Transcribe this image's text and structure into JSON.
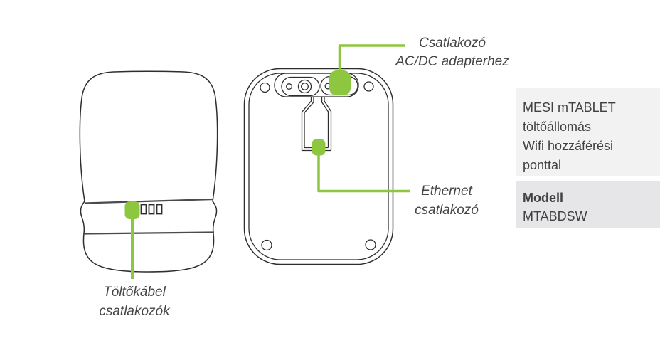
{
  "product": {
    "name_lines": [
      "MESI mTABLET",
      "töltőállomás",
      "Wifi hozzáférési",
      "ponttal"
    ],
    "model_label": "Modell",
    "model_value": "MTABDSW"
  },
  "callouts": {
    "acdc": {
      "lines": [
        "Csatlakozó",
        "AC/DC adapterhez"
      ]
    },
    "ethernet": {
      "lines": [
        "Ethernet",
        "csatlakozó"
      ]
    },
    "charging_cable": {
      "lines": [
        "Töltőkábel",
        "csatlakozók"
      ]
    }
  },
  "colors": {
    "accent_green": "#8dc63f",
    "line_art": "#2e2e30",
    "panel_top_bg": "#f2f2f2",
    "panel_bottom_bg": "#e6e6e8",
    "text": "#414042"
  }
}
